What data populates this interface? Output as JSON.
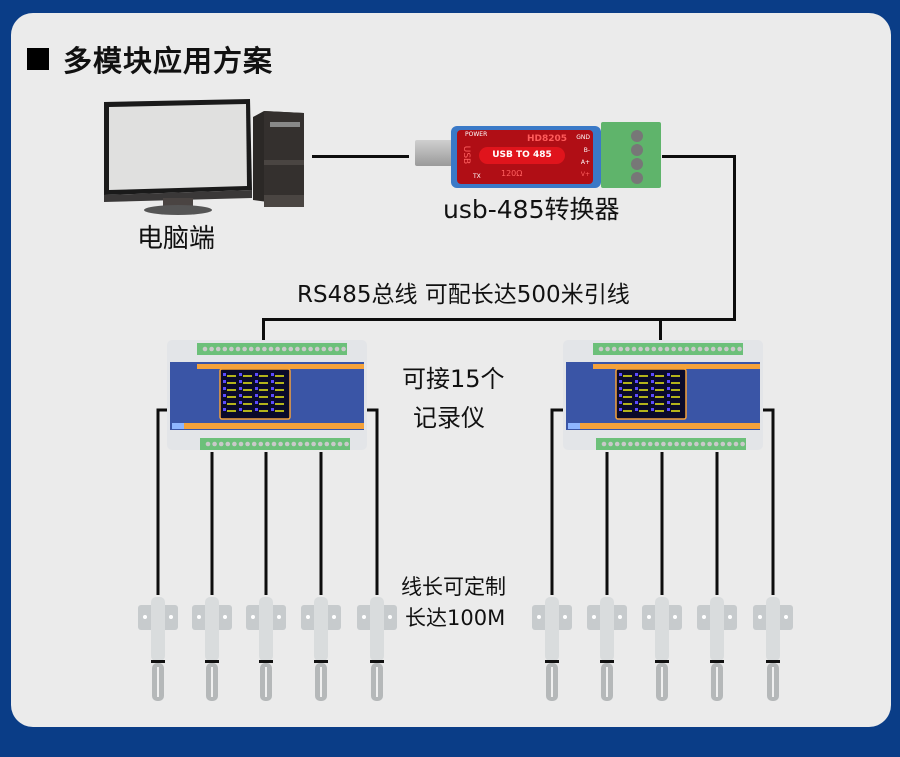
{
  "title": "多模块应用方案",
  "pc": {
    "label": "电脑端",
    "icon": "desktop-computer-icon"
  },
  "converter": {
    "label": "usb-485转换器",
    "model": "HD8205",
    "badge": "USB TO 485",
    "side_text": "USB",
    "power_text": "POWER",
    "tx_text": "TX",
    "resistor_text": "120Ω",
    "pins": [
      "GND",
      "B-",
      "A+",
      "V+"
    ]
  },
  "bus_label": "RS485总线 可配长达500米引线",
  "module_label_lines": [
    "可接15个",
    "记录仪"
  ],
  "cable_label_lines": [
    "线长可定制",
    "长达100M"
  ],
  "modules": [
    {
      "name": "left-module",
      "sensor_count": 5
    },
    {
      "name": "right-module",
      "sensor_count": 5
    }
  ],
  "colors": {
    "background": "#0a3d87",
    "card": "#ebebeb",
    "module_panel": "#3a55a6",
    "module_orange": "#f5a23a",
    "terminal_green": "#6cc07a",
    "converter_red": "#d0101a",
    "converter_blue": "#3a79c7"
  }
}
